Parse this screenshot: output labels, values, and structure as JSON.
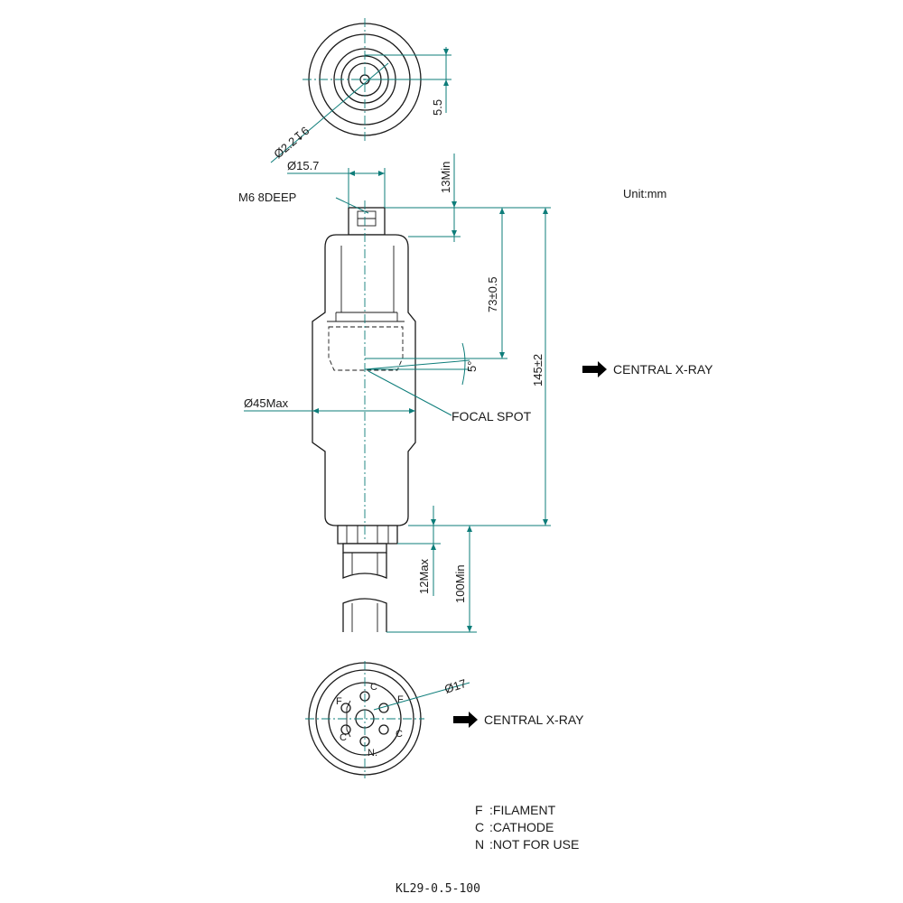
{
  "top_view": {
    "dim_hole": "Ø2.2↧6",
    "dim_offset": "5.5"
  },
  "dims": {
    "dia_15_7": "Ø15.7",
    "thread": "M6  8DEEP",
    "min_13": "13Min",
    "len_73": "73±0.5",
    "len_145": "145±2",
    "angle": "5°",
    "dia_45": "Ø45Max",
    "max_12": "12Max",
    "min_100": "100Min",
    "dia_17": "Ø17"
  },
  "unit": "Unit:mm",
  "labels": {
    "central_xray": "CENTRAL X-RAY",
    "focal_spot": "FOCAL SPOT"
  },
  "pins": [
    "F",
    "C",
    "F",
    "C",
    "C",
    "N."
  ],
  "legend": [
    {
      "key": "F",
      "desc": ":FILAMENT"
    },
    {
      "key": "C",
      "desc": ":CATHODE"
    },
    {
      "key": "N",
      "desc": ":NOT FOR USE"
    }
  ],
  "model": "KL29-0.5-100",
  "colors": {
    "dimension": "#0e7d7a",
    "outline": "#1a1a1a"
  }
}
